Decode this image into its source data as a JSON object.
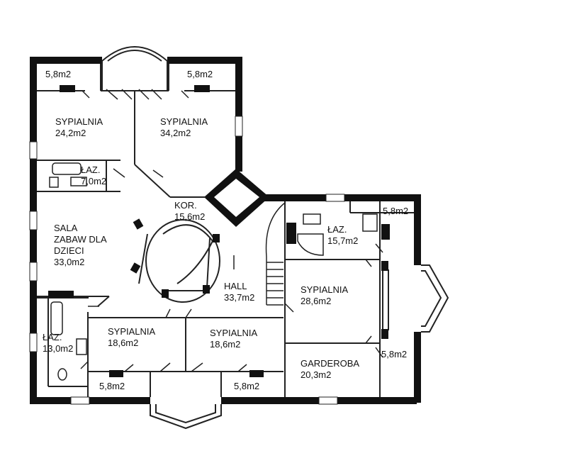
{
  "colors": {
    "wall": "#111111",
    "line": "#222222",
    "window": "#ffffff",
    "background": "#ffffff"
  },
  "rooms": {
    "small_room_top_left": {
      "area": "5,8m2"
    },
    "small_room_top_right": {
      "area": "5,8m2"
    },
    "bedroom_top_left": {
      "name": "SYPIALNIA",
      "area": "24,2m2"
    },
    "bedroom_top_center": {
      "name": "SYPIALNIA",
      "area": "34,2m2"
    },
    "bathroom_top": {
      "name": "ŁAZ.",
      "area": "7,0m2"
    },
    "corridor": {
      "name": "KOR.",
      "area": "15,6m2"
    },
    "playroom": {
      "name_lines": [
        "SALA",
        "ZABAW DLA",
        "DZIECI"
      ],
      "area": "33,0m2"
    },
    "bathroom_right": {
      "name": "ŁAZ.",
      "area": "15,7m2"
    },
    "small_room_right": {
      "area": "5,8m2"
    },
    "hall": {
      "name": "HALL",
      "area": "33,7m2"
    },
    "bedroom_right": {
      "name": "SYPIALNIA",
      "area": "28,6m2"
    },
    "bathroom_bottom": {
      "name": "ŁAZ.",
      "area": "13,0m2"
    },
    "bedroom_bottom_left": {
      "name": "SYPIALNIA",
      "area": "18,6m2"
    },
    "bedroom_bottom_center": {
      "name": "SYPIALNIA",
      "area": "18,6m2"
    },
    "wardrobe": {
      "name": "GARDEROBA",
      "area": "20,3m2"
    },
    "small_room_right_lower": {
      "area": "5,8m2"
    },
    "small_room_bottom_left": {
      "area": "5,8m2"
    },
    "small_room_bottom_right": {
      "area": "5,8m2"
    }
  }
}
